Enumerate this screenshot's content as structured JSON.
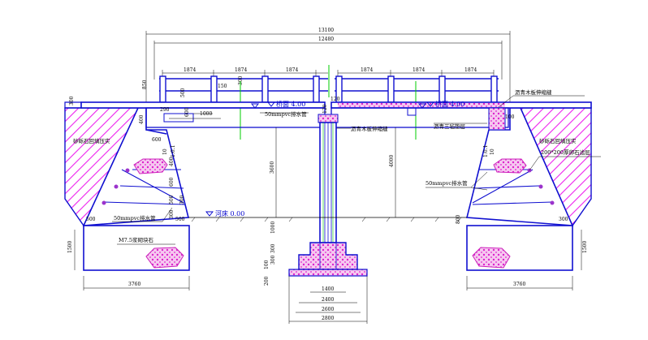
{
  "dimensions": {
    "total_width": "13100",
    "span_width": "12480",
    "rail_spacing": [
      "1874",
      "1874",
      "1874",
      "1874",
      "1874",
      "1874"
    ],
    "rail_height": "850",
    "post_gap": "150",
    "post_height": "300",
    "sidewalk_drop": "500",
    "beam_width": "290",
    "beam_depth": "400",
    "beam_depth_b": "600",
    "beam_length": "1000",
    "cap_left": "120",
    "cap_height": "120",
    "abut_top_left": "600",
    "abut_top_right": "100",
    "wall_seg_a": "400",
    "wall_seg_b": "600",
    "wall_seg_c": "500",
    "wall_seg_d": "300",
    "wall_seg_e": "300",
    "bay_left": "3600",
    "bay_right": "4000",
    "pier_height": "1000",
    "footing_a": "300",
    "footing_b": "300",
    "footing_c": "100",
    "footing_d": "200",
    "toe_left": "500",
    "toe_right": "300",
    "base_left_h": "500",
    "base_right_h": "800",
    "base_height_left": "1500",
    "base_height_right": "1500",
    "base_width_left": "3760",
    "base_width_right": "3760",
    "pier_w1": "1400",
    "pier_w2": "2400",
    "pier_w3": "2600",
    "pier_w4": "2800",
    "dim_10_left": "10",
    "dim_10_right": "10",
    "slope_left": "1:0.1",
    "slope_right": "1:0.1"
  },
  "levels": {
    "deck_left": "桥面  4.00",
    "deck_right": "桥面  4.00",
    "riverbed": "河床  0.00"
  },
  "labels": {
    "drain_pipe_top": "50mmpvc排水管",
    "asphalt_joint_right": "沥青木板伸缩缝",
    "asphalt_joint_center": "沥青木板伸缩缝",
    "asphalt_layer": "沥青三毡垫层",
    "backfill_left": "砂砾石回填压实",
    "backfill_right": "砂砾石回填压实",
    "gravel_filter": "200*200厚卵石滤层",
    "drain_pipe_right": "50mmpvc排水管",
    "drain_pipe_left": "50mmpvc排水管",
    "masonry": "M7.5浆砌块石"
  },
  "colors": {
    "structure": "#1010d0",
    "hatch": "#ee22ee",
    "center_line": "#00cc00",
    "ink": "#000000"
  }
}
